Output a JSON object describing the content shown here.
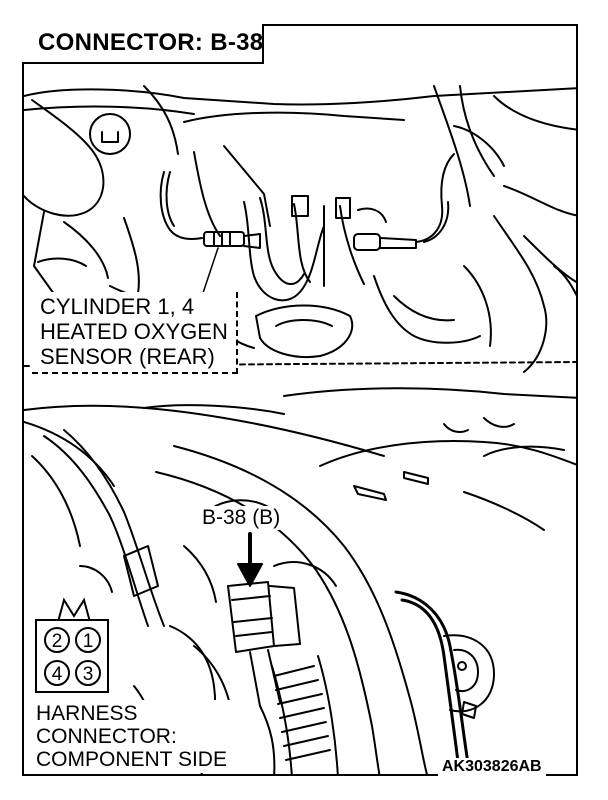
{
  "title": "CONNECTOR: B-38",
  "sensor_label": [
    "CYLINDER 1, 4",
    "HEATED OXYGEN",
    "SENSOR (REAR)"
  ],
  "connector_callout": "B-38 (B)",
  "harness_label": [
    "HARNESS",
    "CONNECTOR:",
    "COMPONENT SIDE"
  ],
  "connector_pins": [
    "2",
    "1",
    "4",
    "3"
  ],
  "figure_id": "AK303826AB",
  "colors": {
    "line": "#000000",
    "background": "#ffffff"
  }
}
